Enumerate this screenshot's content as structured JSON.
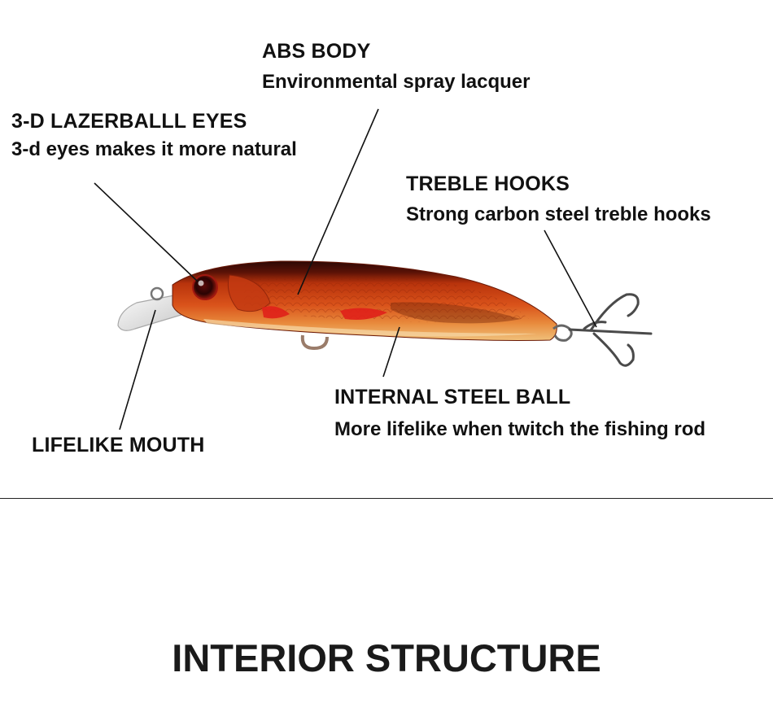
{
  "callouts": {
    "abs_body": {
      "title": "ABS BODY",
      "description": "Environmental spray lacquer"
    },
    "eyes": {
      "title": "3-D LAZERBALLL EYES",
      "description": "3-d eyes makes it more natural"
    },
    "treble_hooks": {
      "title": "TREBLE HOOKS",
      "description": "Strong carbon steel treble hooks"
    },
    "steel_ball": {
      "title": "INTERNAL STEEL BALL",
      "description": "More lifelike when twitch the fishing rod"
    },
    "mouth": {
      "title": "LIFELIKE MOUTH"
    }
  },
  "section": {
    "title": "INTERIOR STRUCTURE"
  },
  "colors": {
    "lure_back": "#3a0c08",
    "lure_body": "#d2440f",
    "lure_belly": "#e8a05a",
    "lure_red_patch": "#e0201a",
    "lip": "#e6e6e6",
    "hook": "#4a4a4a",
    "leader_line": "#111111"
  }
}
